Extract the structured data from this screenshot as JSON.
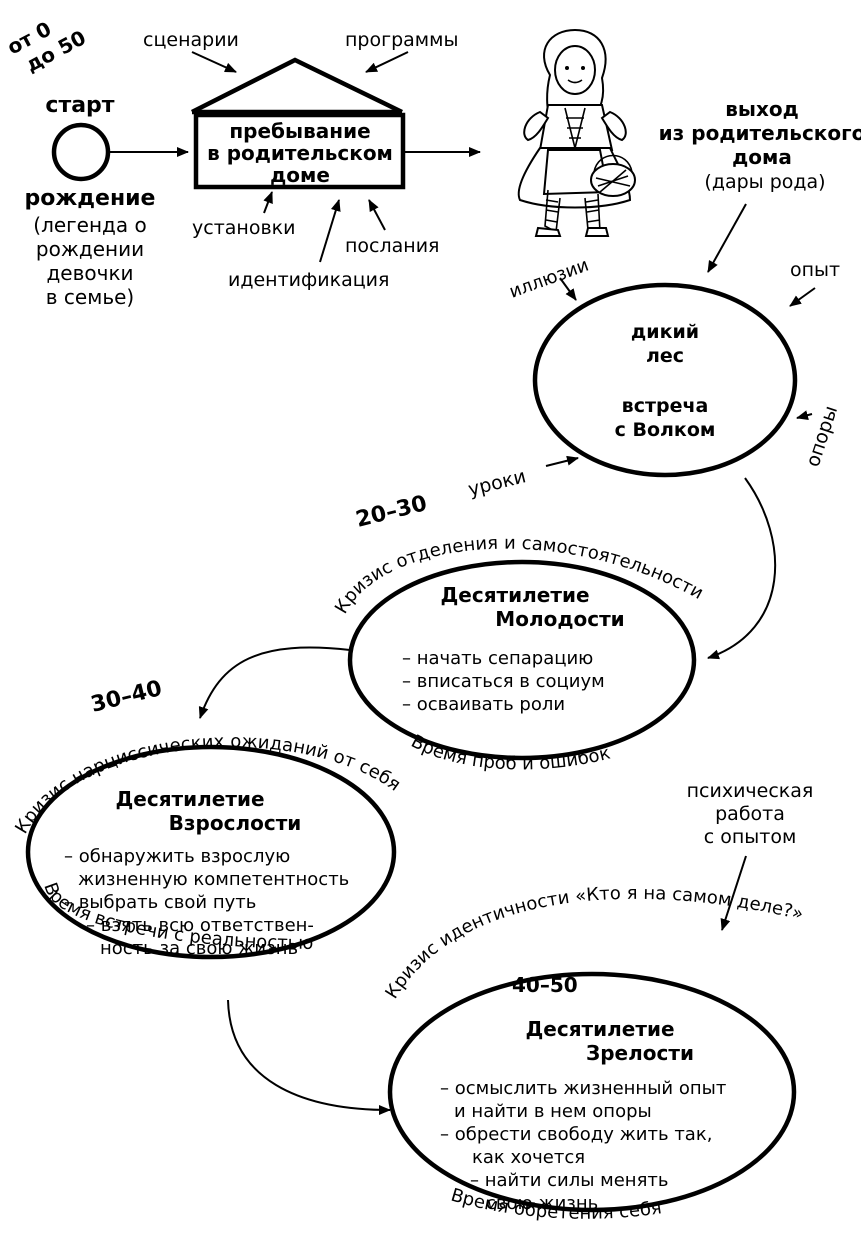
{
  "age_range": {
    "line1": "от 0",
    "line2": "до 50"
  },
  "start": {
    "label": "старт",
    "birth": "рождение",
    "legend": [
      "(легенда о",
      "рождении",
      "девочки",
      "в семье)"
    ]
  },
  "parental_home": {
    "title": [
      "пребывание",
      "в родительском",
      "доме"
    ],
    "scenarios": "сценарии",
    "programs": "программы",
    "attitudes": "установки",
    "messages": "послания",
    "identification": "идентификация"
  },
  "exit": {
    "lines": [
      "выход",
      "из родительского",
      "дома"
    ],
    "gifts": "(дары рода)"
  },
  "forest": {
    "lines": [
      "дикий",
      "лес",
      "встреча",
      "с Волком"
    ],
    "illusions": "иллюзии",
    "experience": "опыт",
    "supports": "опоры",
    "lessons": "уроки"
  },
  "youth": {
    "age": "20–30",
    "crisis": "Кризис отделения и самостоятельности",
    "title1": "Десятилетие",
    "title2": "Молодости",
    "items": [
      "– начать сепарацию",
      "– вписаться в социум",
      "– осваивать роли"
    ],
    "time": "Время проб и ошибок"
  },
  "adulthood": {
    "age": "30–40",
    "crisis": "Кризис нарциссических ожиданий от себя",
    "title1": "Десятилетие",
    "title2": "Взрослости",
    "items": [
      "– обнаружить взрослую",
      "жизненную компетентность",
      "– выбрать свой путь",
      "– взять всю ответствен-",
      "ность за свою жизнь"
    ],
    "time": "Время встречи с реальностью"
  },
  "maturity": {
    "age": "40–50",
    "work": [
      "психическая",
      "работа",
      "с опытом"
    ],
    "crisis": "Кризис идентичности «Кто я на самом деле?»",
    "title1": "Десятилетие",
    "title2": "Зрелости",
    "items": [
      "– осмыслить жизненный опыт",
      "и найти в нем опоры",
      "– обрести свободу жить так,",
      "как хочется",
      "– найти силы менять",
      "свою жизнь"
    ],
    "time": "Время обретения себя"
  }
}
